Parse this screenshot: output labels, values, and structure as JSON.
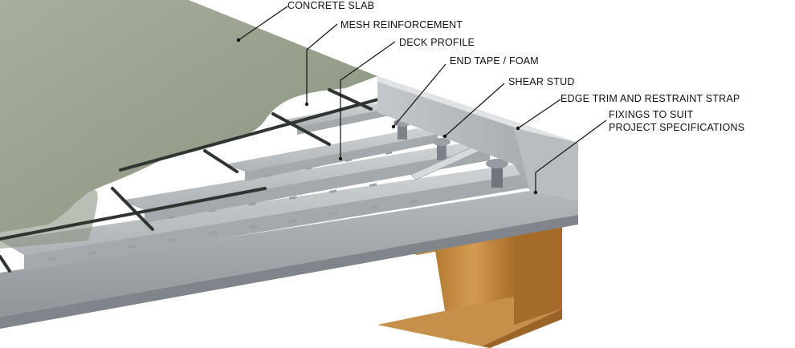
{
  "labels": {
    "concrete_slab": "CONCRETE SLAB",
    "mesh_reinforcement": "MESH REINFORCEMENT",
    "deck_profile": "DECK PROFILE",
    "end_tape_foam": "END TAPE / FOAM",
    "shear_stud": "SHEAR STUD",
    "edge_trim": "EDGE TRIM AND RESTRAINT STRAP",
    "fixings_line1": "FIXINGS TO SUIT",
    "fixings_line2": "PROJECT SPECIFICATIONS"
  },
  "colors": {
    "concrete": "#9aa391",
    "steel_deck": "#b9bec2",
    "steel_beam": "#c9924a",
    "rebar": "#2f3530",
    "leader": "#111111"
  }
}
